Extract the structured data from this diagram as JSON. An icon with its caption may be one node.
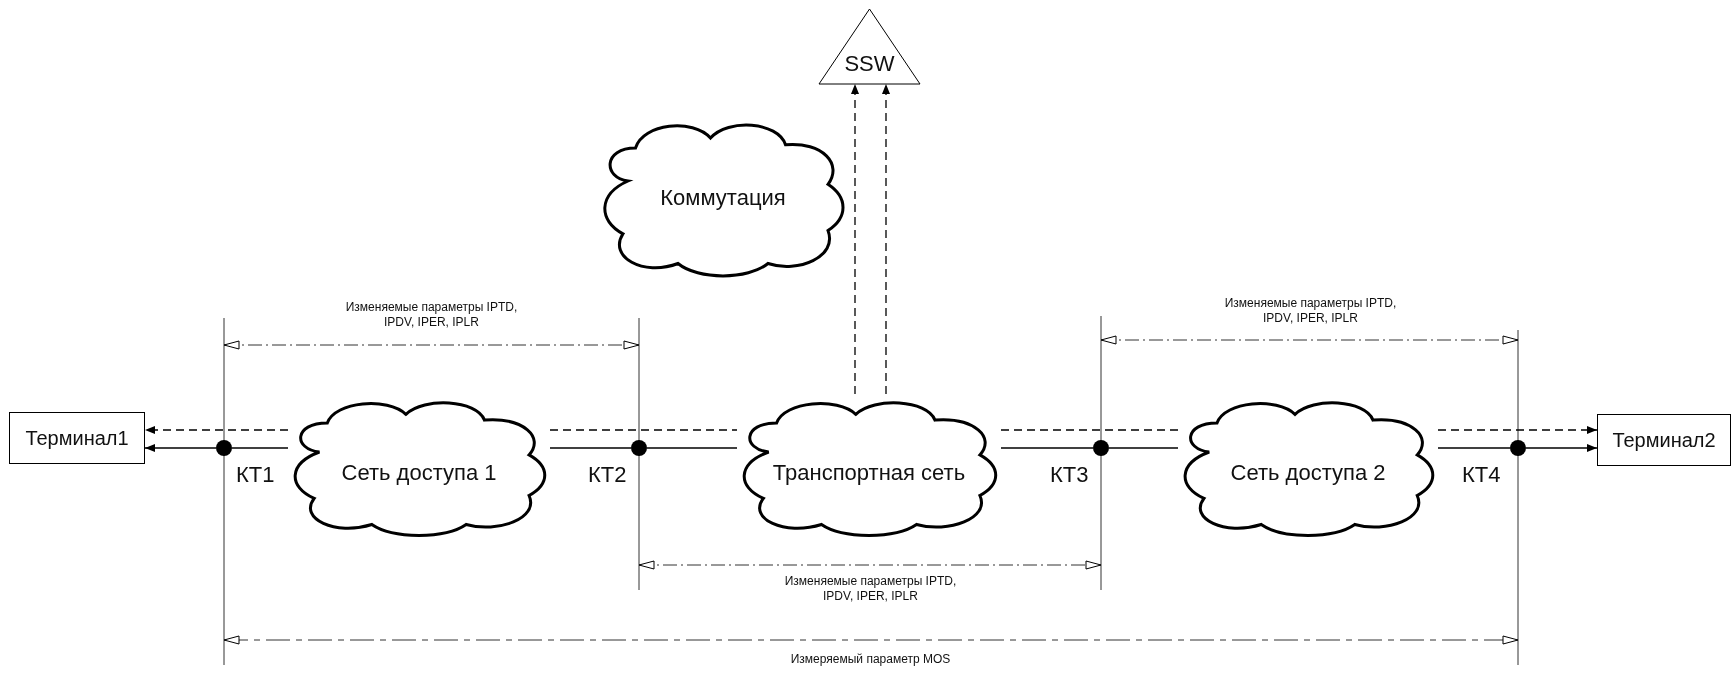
{
  "diagram": {
    "nodes": [
      {
        "text": [
          "Терминал1"
        ]
      },
      {
        "text": [
          "Терминал2"
        ]
      },
      {
        "text": [
          "SSW"
        ]
      },
      {
        "text": [
          "Коммутация"
        ]
      },
      {
        "text": [
          "Сеть доступа 1"
        ]
      },
      {
        "text": [
          "Транспортная сеть"
        ]
      },
      {
        "text": [
          "Сеть доступа 2"
        ]
      },
      {
        "text": [],
        "shape": "circle",
        "beside": [
          "КТ1"
        ]
      },
      {
        "text": [],
        "shape": "circle",
        "beside": [
          "КТ2"
        ]
      },
      {
        "text": [],
        "shape": "circle",
        "beside": [
          "КТ3"
        ]
      },
      {
        "text": [],
        "shape": "circle",
        "beside": [
          "КТ4"
        ]
      }
    ],
    "edges": [
      {
        "from": 4,
        "to": 0,
        "arrow": "to",
        "style": "dashed"
      },
      {
        "from": 4,
        "to": 5,
        "arrow": "none",
        "style": "dashed"
      },
      {
        "from": 5,
        "to": 2,
        "arrow": "to",
        "style": "dashed"
      },
      {
        "from": 5,
        "to": 2,
        "arrow": "to",
        "style": "dashed"
      },
      {
        "from": 5,
        "to": 6,
        "arrow": "none",
        "style": "dashed"
      },
      {
        "from": 6,
        "to": 1,
        "arrow": "to",
        "style": "dashed"
      },
      {
        "from": 7,
        "to": 0,
        "arrow": "to"
      },
      {
        "from": 7,
        "to": 4,
        "arrow": "none"
      },
      {
        "from": 4,
        "to": 8,
        "arrow": "none"
      },
      {
        "from": 8,
        "to": 5,
        "arrow": "none"
      },
      {
        "from": 5,
        "to": 9,
        "arrow": "none"
      },
      {
        "from": 9,
        "to": 6,
        "arrow": "none"
      },
      {
        "from": 6,
        "to": 10,
        "arrow": "none"
      },
      {
        "from": 10,
        "to": 1,
        "arrow": "to"
      }
    ],
    "labels": [
      "Изменяемые параметры IPTD, IPDV, IPER, IPLR",
      "Изменяемые параметры IPTD, IPDV, IPER, IPLR",
      "Изменяемые параметры IPTD, IPDV, IPER, IPLR",
      "Измеряемый параметр MOS"
    ]
  }
}
